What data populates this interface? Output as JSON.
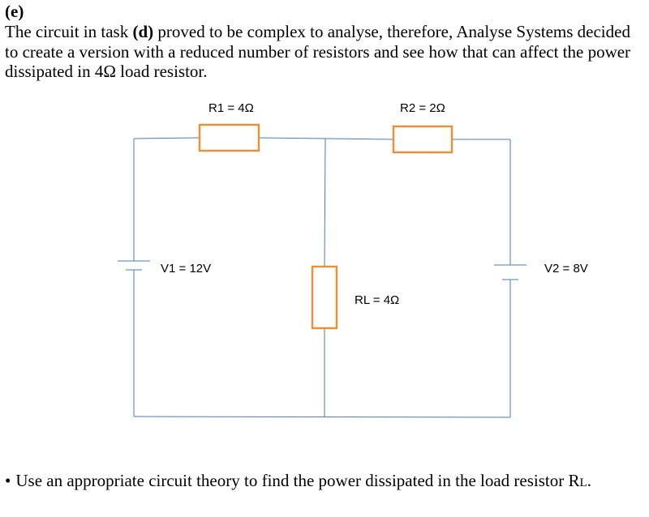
{
  "question": {
    "heading": "(e)",
    "intro_part1": "The circuit in task ",
    "intro_bold": "(d)",
    "intro_part2": " proved to be complex to analyse, therefore, Analyse Systems decided to create a version with a reduced number of resistors and see how that can affect the power dissipated in 4Ω load resistor.",
    "bullet": "•",
    "task_text": "Use an appropriate circuit theory to find the power dissipated in the load resistor R",
    "task_subscript": "L",
    "task_end": "."
  },
  "circuit": {
    "labels": {
      "r1": "R1 = 4Ω",
      "r2": "R2 = 2Ω",
      "rl": "RL = 4Ω",
      "v1": "V1 = 12V",
      "v2": "V2 = 8V"
    },
    "colors": {
      "wire": "#4a7bb5",
      "resistor": "#e8913c"
    }
  }
}
